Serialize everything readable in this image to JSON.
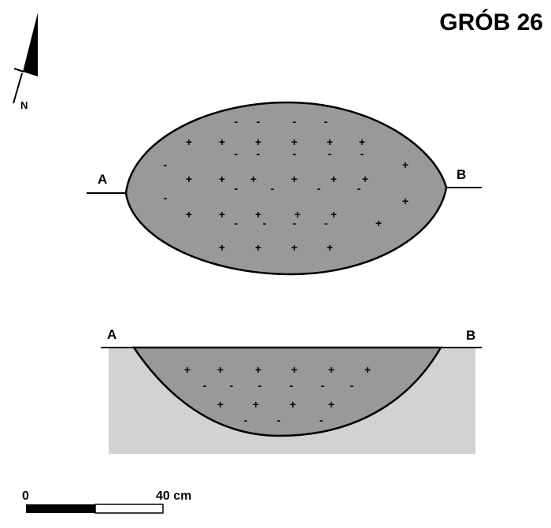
{
  "title": "GRÓB 26",
  "north_label": "N",
  "plan": {
    "label_left": "A",
    "label_right": "B"
  },
  "section": {
    "label_left": "A",
    "label_right": "B"
  },
  "scale": {
    "start": "0",
    "end": "40 cm"
  },
  "colors": {
    "fill": "#999999",
    "ground": "#d2d2d2",
    "ink": "#000000"
  },
  "legend_symbols": {
    "plus": "+",
    "minus": "-"
  }
}
